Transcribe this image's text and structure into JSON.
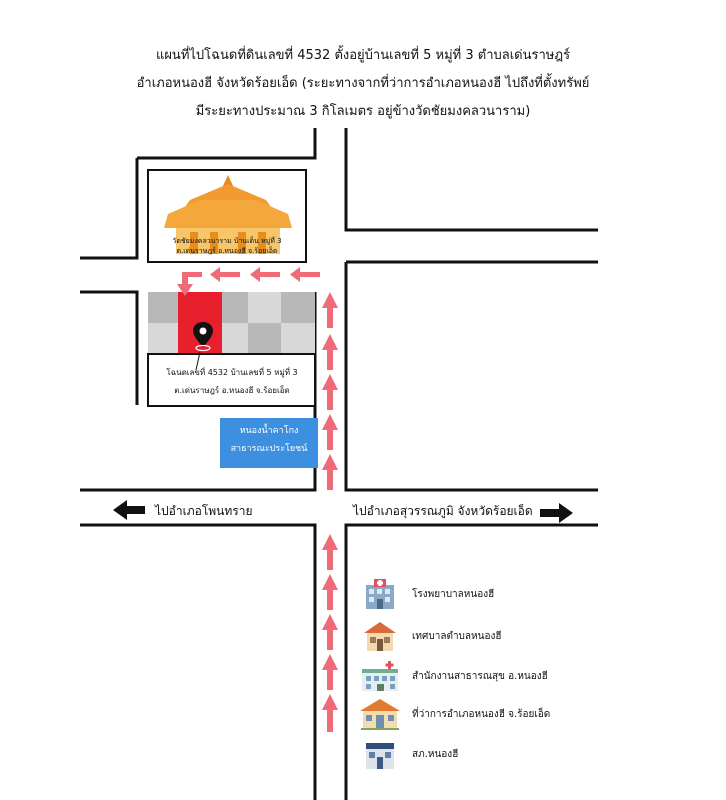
{
  "title": {
    "line1": "แผนที่ไปโฉนดที่ดินเลขที่ 4532 ตั้งอยู่บ้านเลขที่ 5 หมู่ที่ 3 ตำบลเด่นราษฎร์",
    "line2": "อำเภอหนองฮี จังหวัดร้อยเอ็ด (ระยะทางจากที่ว่าการอำเภอหนองฮี ไปถึงที่ตั้งทรัพย์",
    "line3": "มีระยะทางประมาณ 3 กิโลเมตร อยู่ข้างวัดชัยมงคลวนาราม)"
  },
  "temple": {
    "line1": "วัดชัยมงคลวนาราม บ้านเด็น หมู่ที่ 3",
    "line2": "ต.เด่นราษฎร์ อ.หนองฮี จ.ร้อยเอ็ด"
  },
  "plot": {
    "line1": "โฉนดเลขที่ 4532 บ้านเลขที่ 5 หมู่ที่ 3",
    "line2": "ต.เด่นราษฎร์ อ.หนองฮี จ.ร้อยเอ็ด"
  },
  "pond": {
    "line1": "หนองน้ำคาโกง",
    "line2": "สาธารณะประโยชน์"
  },
  "roads": {
    "left": "ไปอำเภอโพนทราย",
    "right": "ไปอำเภอสุวรรณภูมิ จังหวัดร้อยเอ็ด"
  },
  "legend": [
    {
      "icon": "hospital-icon",
      "label": "โรงพยาบาลหนองฮี"
    },
    {
      "icon": "municipal-office-icon",
      "label": "เทศบาลตำบลหนองฮี"
    },
    {
      "icon": "health-office-icon",
      "label": "สำนักงานสาธารณสุข อ.หนองฮี"
    },
    {
      "icon": "district-office-icon",
      "label": "ที่ว่าการอำเภอหนองฮี จ.ร้อยเอ็ด"
    },
    {
      "icon": "police-station-icon",
      "label": "สภ.หนองฮี"
    }
  ],
  "colors": {
    "route": "#f06b78",
    "plot_highlight": "#e8202e",
    "pond": "#3d8fe0",
    "temple_roof": "#f29a2e"
  }
}
